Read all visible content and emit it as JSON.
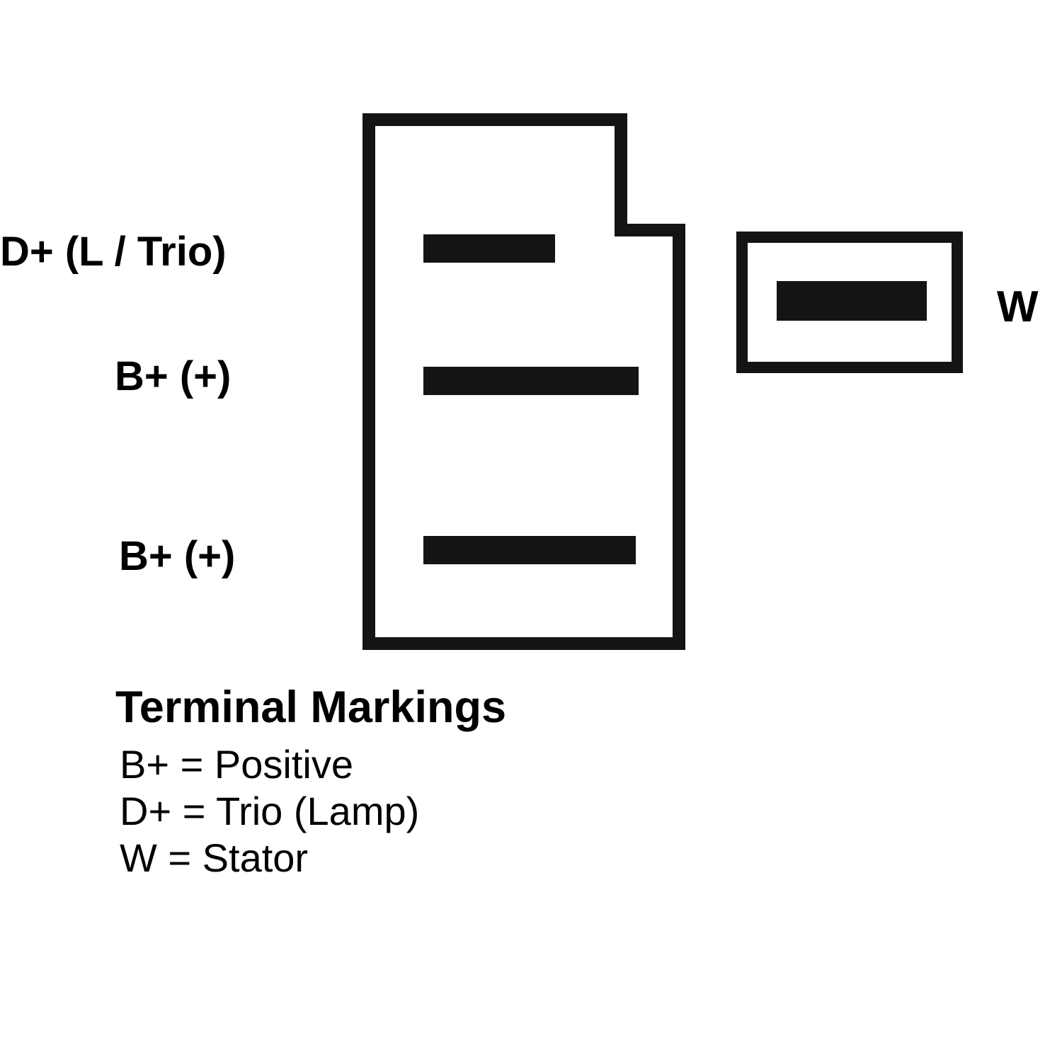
{
  "diagram": {
    "type": "alternator-terminal-identification",
    "terminal_labels": [
      {
        "id": "d-plus",
        "text": "D+ (L / Trio)"
      },
      {
        "id": "b-plus-1",
        "text": "B+ (+)"
      },
      {
        "id": "b-plus-2",
        "text": "B+ (+)"
      }
    ],
    "stator_label": {
      "id": "w",
      "text": "W"
    },
    "colors": {
      "line": "#141414",
      "background": "#ffffff",
      "text": "#000000"
    }
  },
  "legend": {
    "title": "Terminal Markings",
    "lines": [
      "B+ = Positive",
      "D+ = Trio (Lamp)",
      "W = Stator"
    ]
  }
}
